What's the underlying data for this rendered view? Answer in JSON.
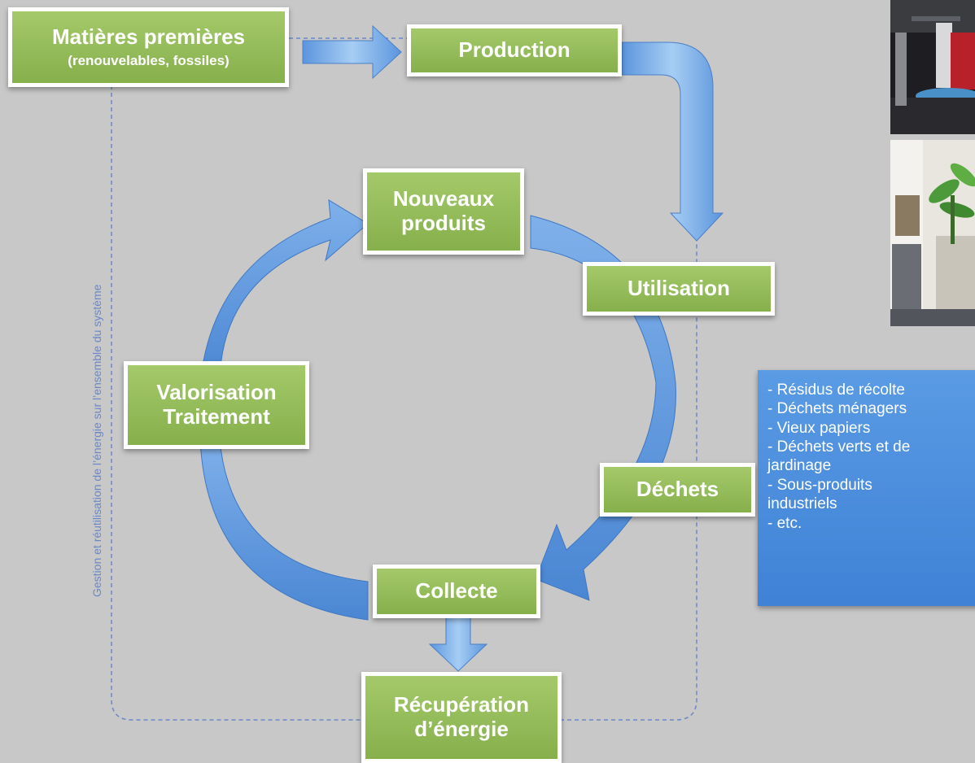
{
  "boxes": {
    "raw_materials": {
      "title": "Matières premières",
      "subtitle": "(renouvelables, fossiles)"
    },
    "production": "Production",
    "new_products": {
      "line1": "Nouveaux",
      "line2": "produits"
    },
    "use": "Utilisation",
    "valorisation": {
      "line1": "Valorisation",
      "line2": "Traitement"
    },
    "waste": "Déchets",
    "collection": "Collecte",
    "energy": {
      "line1": "Récupération",
      "line2": "d’énergie"
    }
  },
  "vertical_label": "Gestion et réutilisation de l’énergie sur l’ensemble du système",
  "waste_list": [
    "- Résidus de récolte",
    "- Déchets ménagers",
    "- Vieux papiers",
    "- Déchets verts et de",
    "jardinage",
    "- Sous-produits",
    "industriels",
    "- etc."
  ],
  "colors": {
    "background": "#c8c8c8",
    "box_green": "#96bd5a",
    "arrow_blue": "#6aa2e3",
    "list_blue": "#4a8ddc",
    "dashed_line": "#6a87c7"
  }
}
